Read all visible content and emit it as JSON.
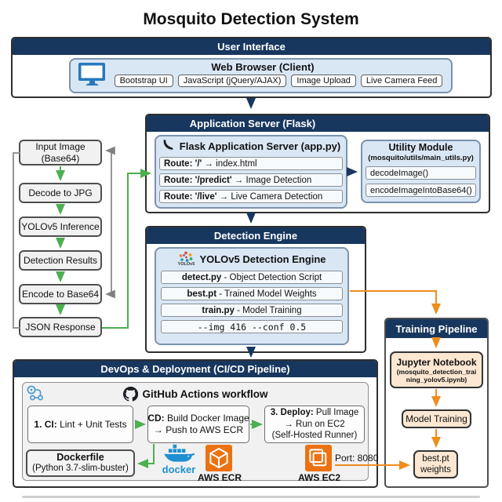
{
  "title": "Mosquito Detection System",
  "user_interface": {
    "banner": "User Interface",
    "browser_title": "Web Browser (Client)",
    "tags": [
      "Bootstrap UI",
      "JavaScript (jQuery/AJAX)",
      "Image Upload",
      "Live Camera Feed"
    ]
  },
  "app_server": {
    "banner": "Application Server (Flask)",
    "flask_title": "Flask Application Server (app.py)",
    "routes": [
      {
        "prefix": "Route: '/'",
        "rest": " → index.html"
      },
      {
        "prefix": "Route: '/predict'",
        "rest": " → Image Detection"
      },
      {
        "prefix": "Route: '/live'",
        "rest": " → Live Camera Detection"
      }
    ],
    "utility_title": "Utility Module",
    "utility_subtitle": "(mosquito/utils/main_utils.py)",
    "utility_functions": [
      "decodeImage()",
      "encodeImageIntoBase64()"
    ]
  },
  "client_flow": {
    "steps": [
      {
        "l1": "Input Image",
        "l2": "(Base64)"
      },
      {
        "l1": "Decode to JPG"
      },
      {
        "l1": "YOLOv5 Inference"
      },
      {
        "l1": "Detection Results"
      },
      {
        "l1": "Encode to Base64"
      },
      {
        "l1": "JSON Response"
      }
    ]
  },
  "detection_engine": {
    "banner": "Detection Engine",
    "title": "YOLOv5 Detection Engine",
    "logo_caption": "YOLOv5",
    "rows": [
      {
        "file": "detect.py",
        "desc": " - Object Detection Script"
      },
      {
        "file": "best.pt",
        "desc": " - Trained Model Weights"
      },
      {
        "file": "train.py",
        "desc": " - Model Training"
      }
    ],
    "command": "--img 416 --conf 0.5"
  },
  "training": {
    "banner": "Training Pipeline",
    "notebook": {
      "l1": "Jupyter Notebook",
      "l2": "(mosquito_detection_trai",
      "l3": "ning_yolov5.ipynb)"
    },
    "model_training": "Model Training",
    "weights": {
      "l1": "best.pt",
      "l2": "weights"
    }
  },
  "devops": {
    "banner": "DevOps & Deployment (CI/CD Pipeline)",
    "workflow_title": "GitHub Actions workflow",
    "steps": [
      {
        "bold": "1. CI:",
        "rest": " Lint + Unit Tests"
      },
      {
        "bold": "CD:",
        "rest": " Build Docker Image",
        "line2": "→ Push to AWS ECR"
      },
      {
        "bold": "3. Deploy:",
        "rest": " Pull Image",
        "line2": "→ Run on EC2",
        "line3": "(Self-Hosted Runner)"
      }
    ],
    "dockerfile": {
      "l1": "Dockerfile",
      "l2": "(Python 3.7-slim-buster)"
    },
    "docker_label": "docker",
    "ecr_label": "AWS ECR",
    "ec2_label": "AWS EC2",
    "port_label": "Port: 8080"
  },
  "colors": {
    "navy": "#17375e",
    "panel_blue": "#d9e7f5",
    "panel_border": "#7a93ad",
    "green": "#4caf50",
    "orange": "#ef8d1d",
    "gray": "#808080",
    "peach": "#fbe7d2",
    "docker_blue": "#1d90d1",
    "aws_orange": "#ec7211"
  },
  "icons": {
    "monitor": "monitor-icon",
    "flask": "flask-icon",
    "yolov5": "yolov5-icon",
    "github": "github-icon",
    "workflow": "github-actions-icon",
    "docker": "docker-whale-icon",
    "ecr": "aws-ecr-icon",
    "ec2": "aws-ec2-icon"
  }
}
